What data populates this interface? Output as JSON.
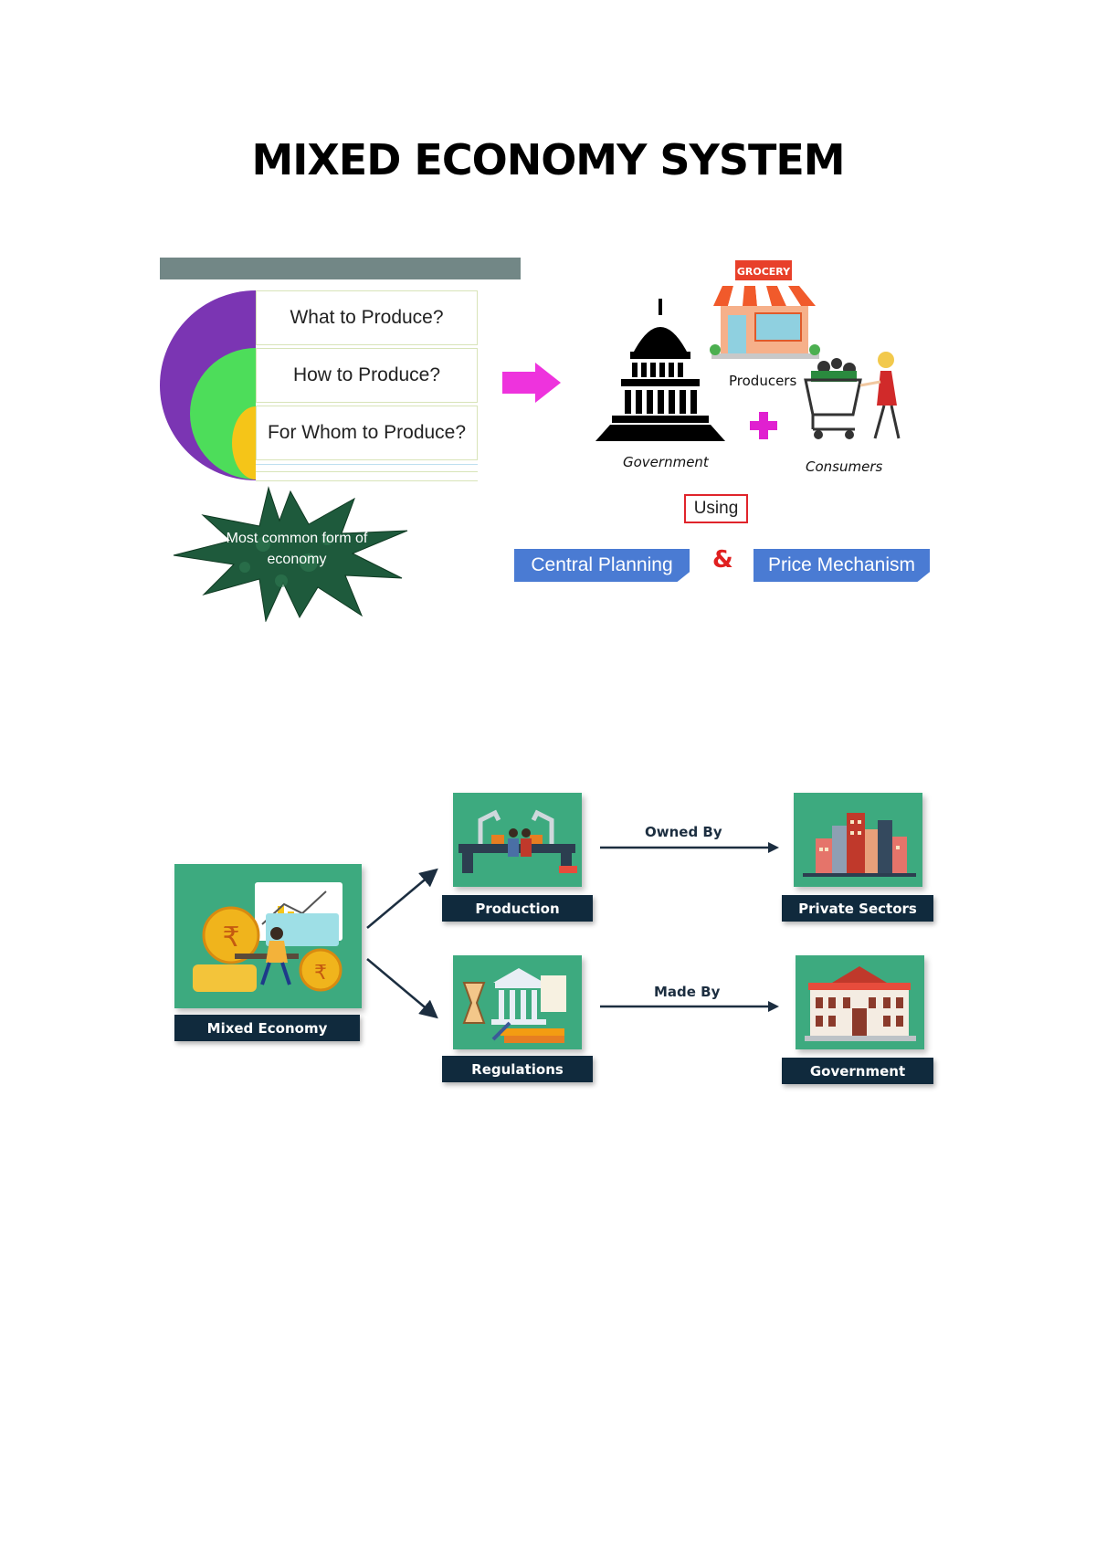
{
  "title": "MIXED ECONOMY SYSTEM",
  "top": {
    "questions": [
      "What to Produce?",
      "How  to Produce?",
      "For Whom to Produce?"
    ],
    "star_text_line1": "Most common form of",
    "star_text_line2": "economy",
    "grocery_sign": "GROCERY",
    "producers": "Producers",
    "government": "Government",
    "consumers": "Consumers",
    "using": "Using",
    "central_planning": "Central Planning",
    "ampersand": "&",
    "price_mechanism": "Price Mechanism",
    "colors": {
      "arc_outer": "#7b35b3",
      "arc_middle": "#4ddd5a",
      "arc_inner": "#f5c518",
      "arrow": "#ee33dd",
      "plus": "#e020d0",
      "blue_box": "#4a7bd3",
      "star": "#1e5a3c"
    }
  },
  "bottom": {
    "mixed_economy": "Mixed Economy",
    "production": "Production",
    "regulations": "Regulations",
    "owned_by": "Owned By",
    "made_by": "Made By",
    "private_sectors": "Private Sectors",
    "government": "Government",
    "colors": {
      "tile": "#3daa7f",
      "label_bar": "#102a3d"
    }
  }
}
